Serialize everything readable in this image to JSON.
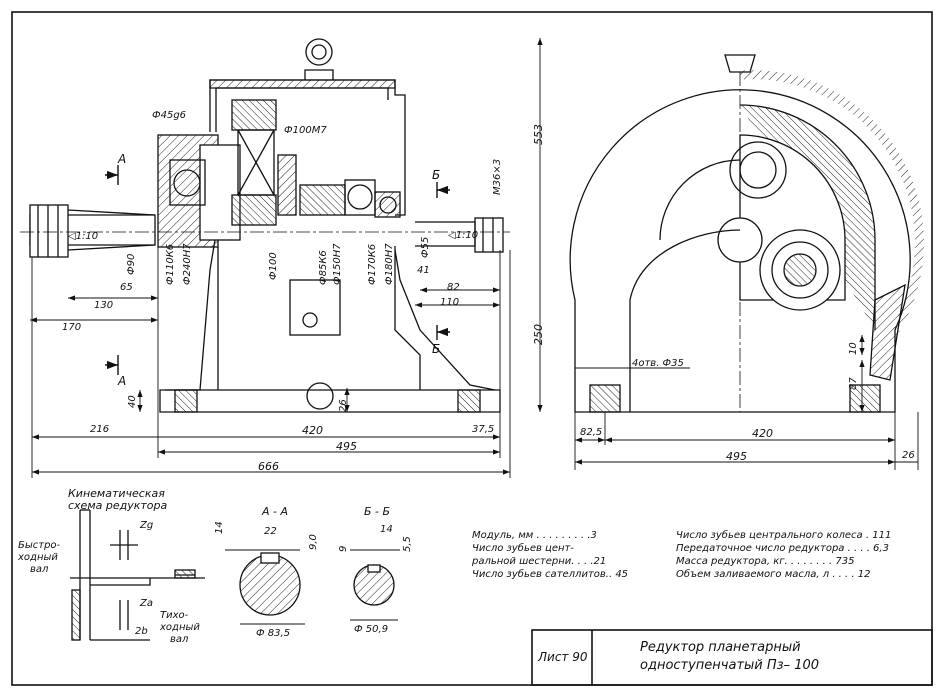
{
  "title_block": {
    "sheet_label": "Лист 90",
    "title_line1": "Редуктор планетарный",
    "title_line2": "одноступенчатый  Пз– 100"
  },
  "kinematic": {
    "title1": "Кинематическая",
    "title2": "схема редуктора",
    "fast_shaft1": "Быстро-",
    "fast_shaft2": "ходный",
    "fast_shaft3": "вал",
    "slow_shaft1": "Тихо-",
    "slow_shaft2": "ходный",
    "slow_shaft3": "вал",
    "zg": "Zg",
    "za": "Za",
    "zb": "2b"
  },
  "sections": {
    "aa_title": "А - А",
    "aa_dim_top": "22",
    "aa_dim_14": "14",
    "aa_dim_90": "9,0",
    "aa_dim_dia": "Ф 83,5",
    "bb_title": "Б - Б",
    "bb_dim_14": "14",
    "bb_dim_9": "9",
    "bb_dim_55": "5,5",
    "bb_dim_dia": "Ф 50,9"
  },
  "specs_left": [
    "Модуль, мм  . . . . . . . . .3",
    "Число зубьев цент-",
    "ральной шестерни. . . .21",
    "Число зубьев сателлитов.. 45"
  ],
  "specs_right": [
    "Число зубьев центрального колеса .  111",
    "Передаточное число редуктора . . . .  6,3",
    "Масса редуктора, кг. . .  . .   . . .   735",
    "Объем заливаемого масла, л . .  . .   12"
  ],
  "front_view": {
    "d45": "Ф45g6",
    "d100m7": "Ф100М7",
    "sec_a": "А",
    "sec_b": "Б",
    "m36": "М36×3",
    "taper_left": "◁1:10",
    "taper_right": "◁1:10",
    "d90": "Ф90",
    "d110k6": "Ф110К6",
    "d240h7": "Ф240Н7",
    "d100": "Ф100",
    "d85k6": "Ф85К6",
    "d150h7": "Ф150Н7",
    "d170k6": "Ф170К6",
    "d180h7": "Ф180Н7",
    "d55": "Ф55",
    "dim_65": "65",
    "dim_130": "130",
    "dim_170": "170",
    "dim_41": "41",
    "dim_82": "82",
    "dim_110": "110",
    "dim_40": "40",
    "dim_26": "26",
    "dim_216": "216",
    "dim_420": "420",
    "dim_375": "37,5",
    "dim_495": "495",
    "dim_666": "666"
  },
  "side_view": {
    "dim_553": "553",
    "dim_250": "250",
    "holes": "4отв. Ф35",
    "dim_825": "82,5",
    "dim_420": "420",
    "dim_495": "495",
    "dim_26": "26",
    "dim_10": "10",
    "dim_87": "87"
  }
}
